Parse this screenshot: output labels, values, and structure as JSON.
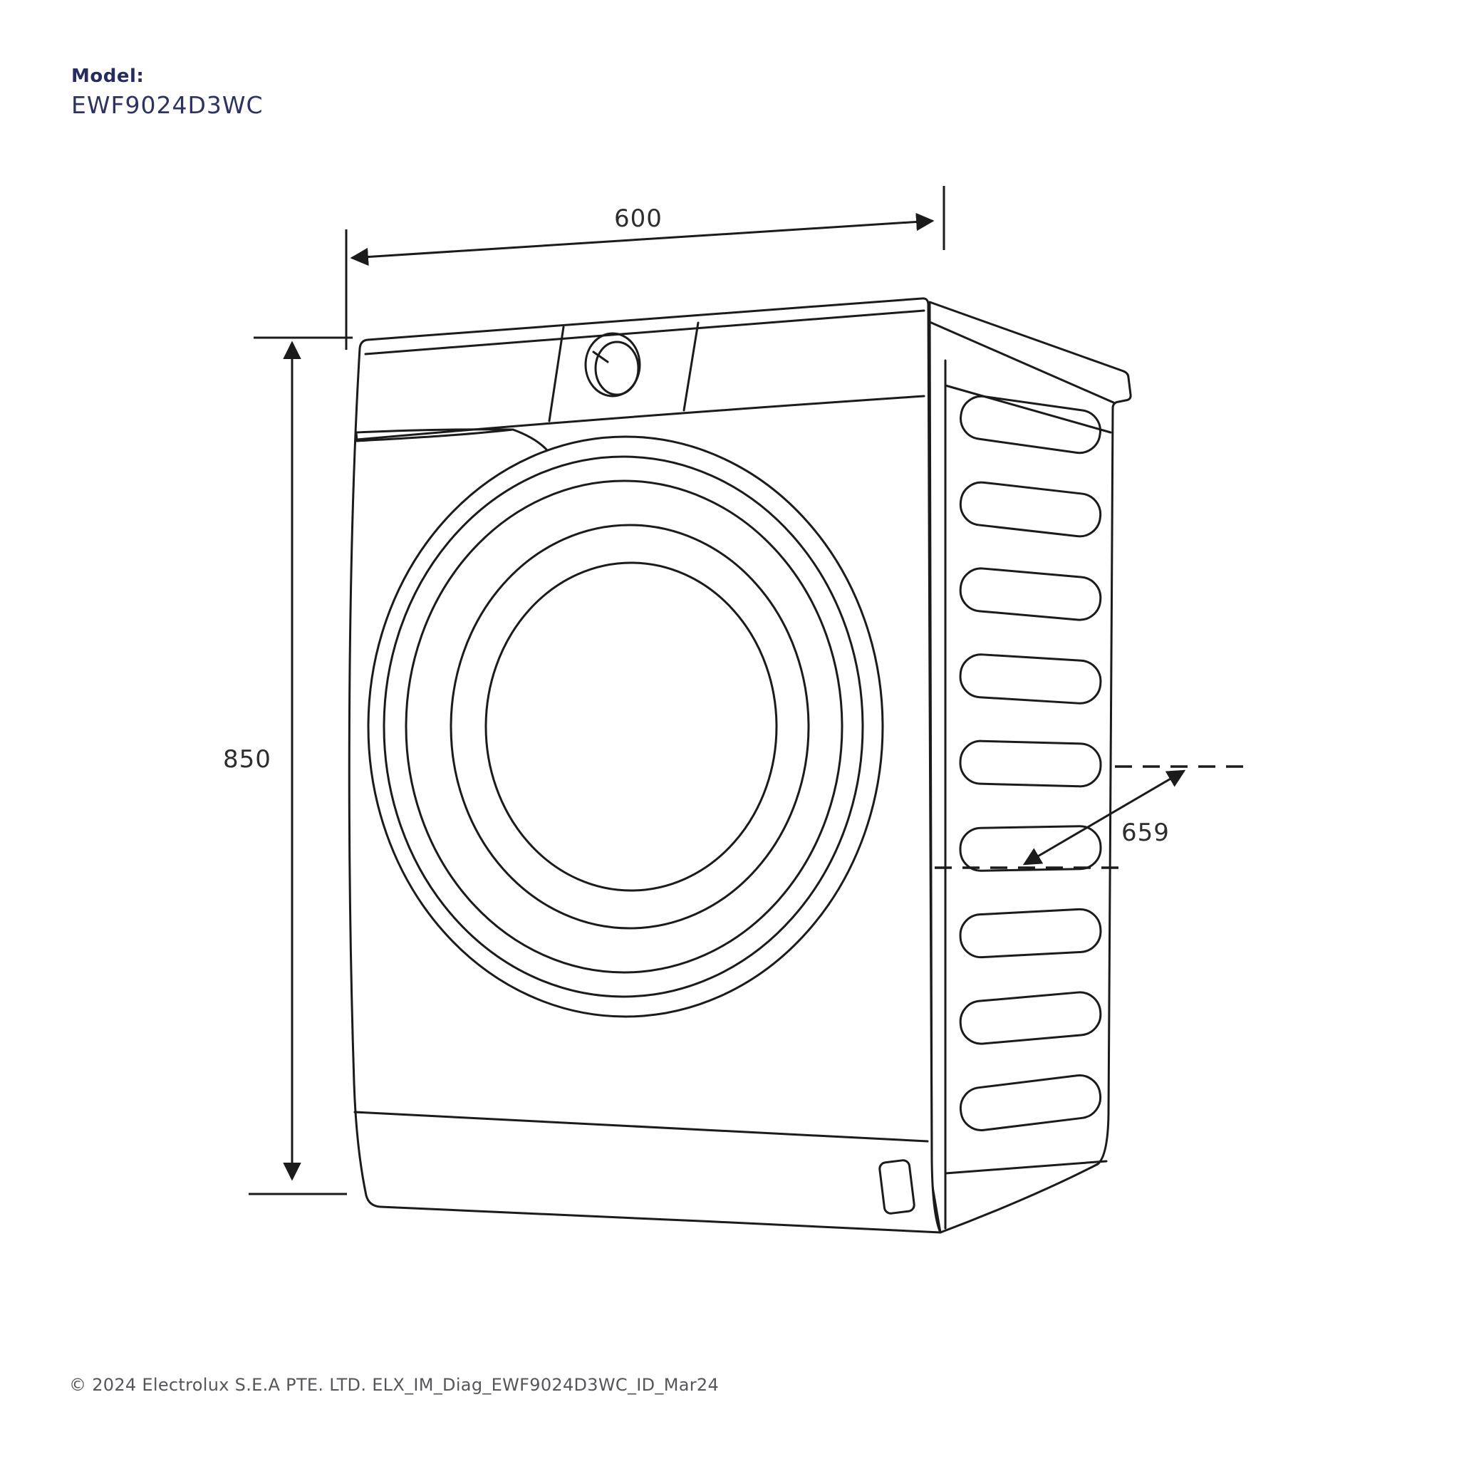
{
  "model": {
    "label": "Model:",
    "code": "EWF9024D3WC"
  },
  "dimensions": {
    "width": "600",
    "height": "850",
    "depth": "659"
  },
  "footer": {
    "copyright": "© 2024 Electrolux S.E.A PTE. LTD. ELX_IM_Diag_EWF9024D3WC_ID_Mar24"
  },
  "colors": {
    "brand_navy": "#272c5e",
    "diagram_line": "#1b1b1b",
    "dimension_text": "#2d2d2d",
    "footer_gray": "#55565a",
    "background": "#ffffff"
  }
}
